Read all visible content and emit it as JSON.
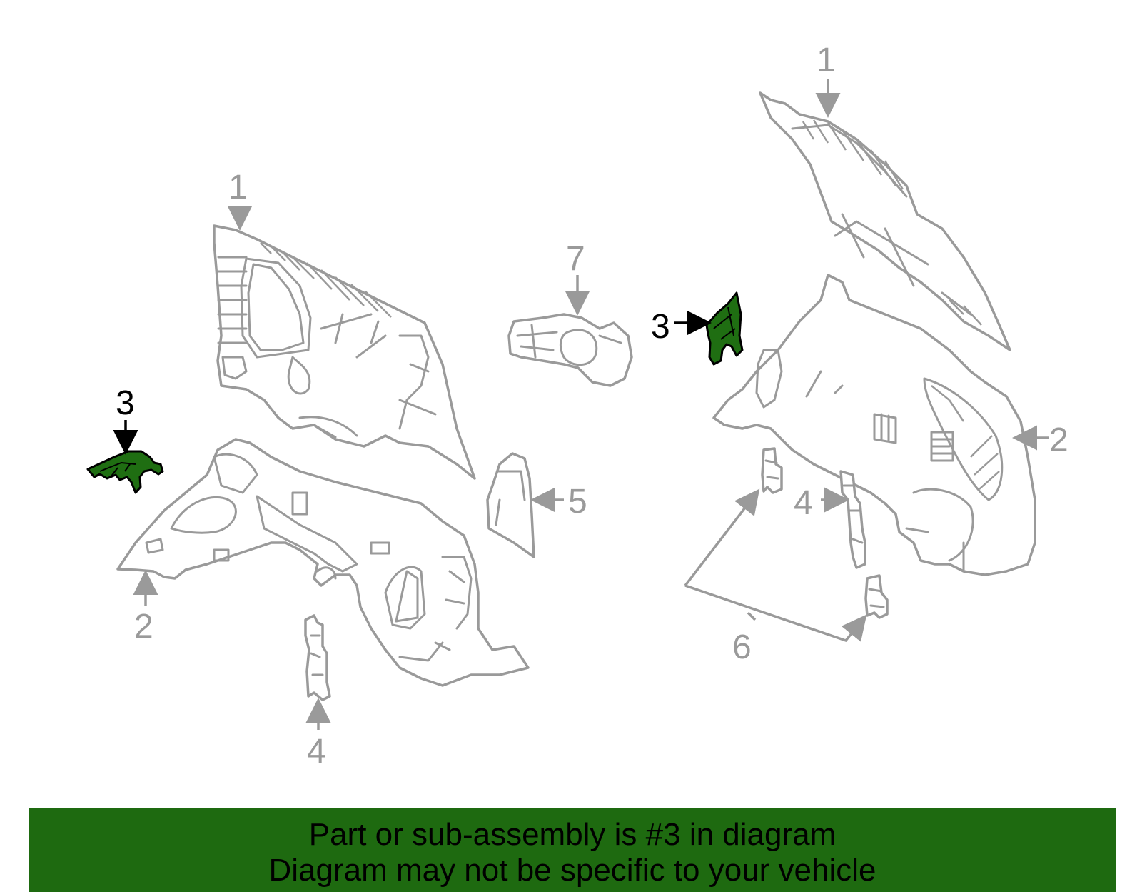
{
  "callouts": {
    "left_1": "1",
    "left_2": "2",
    "left_3": "3",
    "left_4": "4",
    "left_5": "5",
    "center_7": "7",
    "right_1": "1",
    "right_2": "2",
    "right_3": "3",
    "right_4": "4",
    "right_6": "6"
  },
  "highlighted_part": "3",
  "colors": {
    "highlight_fill": "#1f6e12",
    "banner": "#1e6a10",
    "outline": "#9a9a9a"
  },
  "footer": {
    "line1": "Part or sub-assembly is #3 in diagram",
    "line2": "Diagram may not be specific to your vehicle"
  }
}
